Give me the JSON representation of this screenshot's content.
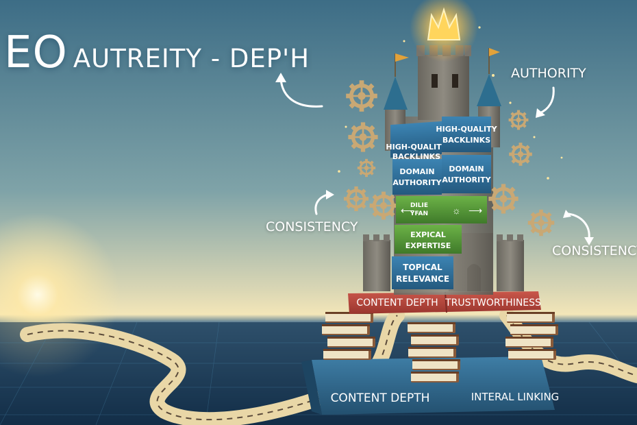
{
  "title": {
    "main": "EO",
    "rest": "AUTREITY - DEP'H"
  },
  "labels": {
    "authority": "AUTHORITY",
    "consistency_left": "CONSISTENCY",
    "consistency_right": "CONSISTENCY"
  },
  "tower_blocks": {
    "backlinks_left": [
      "HIGH-QUALITY",
      "BACKLINKS"
    ],
    "backlinks_right": [
      "HIGH-QUALITY",
      "BACKLINKS"
    ],
    "domain_left": [
      "DOMAIN",
      "AUTHORITY"
    ],
    "domain_right": [
      "DOMAIN",
      "AUTHORITY"
    ],
    "green_symbols": [
      "DILIE",
      "YFAN"
    ],
    "expertise": [
      "EXPICAL",
      "EXPERTISE"
    ],
    "topical": [
      "TOPICAL",
      "RELEVANCE"
    ]
  },
  "slabs": {
    "content_depth_top": "CONTENT DEPTH",
    "trustworthiness": "TRUSTWORTHINESS",
    "content_depth_base": "CONTENT DEPTH",
    "internal_linking": "INTERAL LINKING"
  },
  "colors": {
    "sky_top": "#3f7189",
    "sky_mid": "#7fa3a8",
    "horizon": "#f3e6b8",
    "sun": "#fff2c2",
    "ground": "#13304a",
    "block_blue": "#2d6f9a",
    "block_green": "#5b9d3a",
    "slab_red": "#b8433a",
    "stone": "#7d7a72",
    "road": "#e9d7a7",
    "gear": "#c9a874"
  }
}
